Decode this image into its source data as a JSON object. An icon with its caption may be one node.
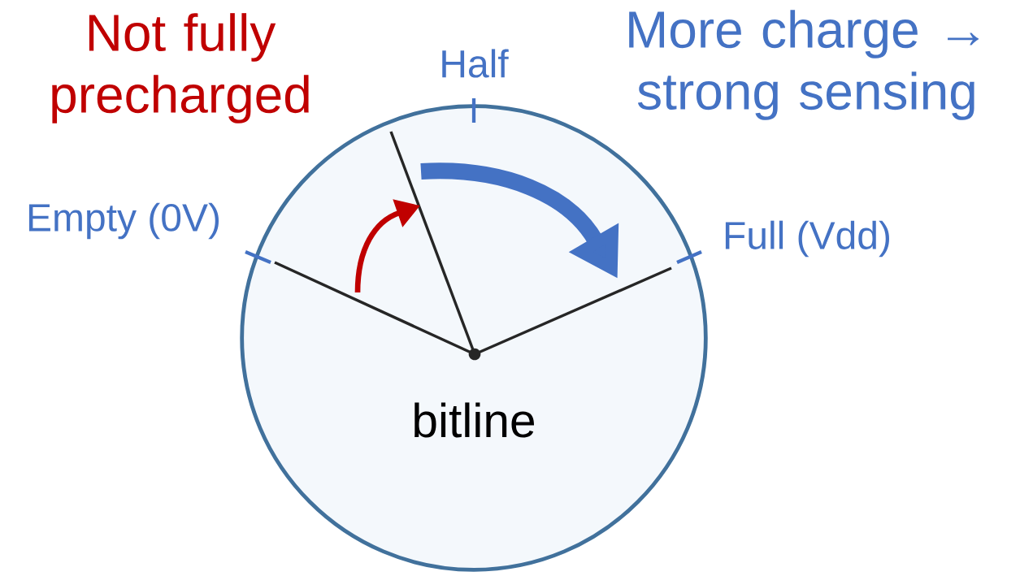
{
  "diagram": {
    "nodes": [
      {
        "text": [
          "bitline"
        ]
      }
    ],
    "labels": [
      "Not fully precharged",
      "Half",
      "More charge → strong sensing",
      "Empty (0V)",
      "Full (Vdd)"
    ]
  }
}
